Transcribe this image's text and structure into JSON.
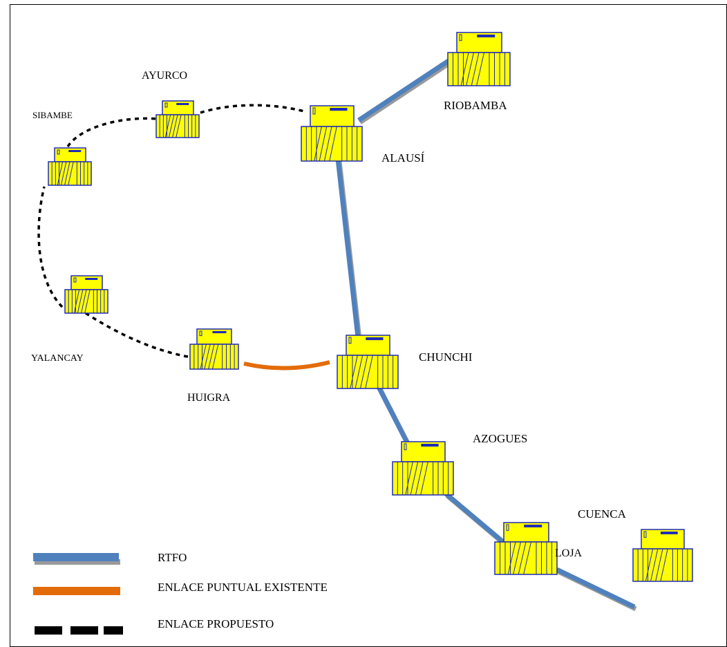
{
  "diagram": {
    "nodes": [
      {
        "id": "riobamba",
        "label": "RIOBAMBA"
      },
      {
        "id": "alausi",
        "label": "ALAUSÍ"
      },
      {
        "id": "ayurco",
        "label": "AYURCO"
      },
      {
        "id": "sibambe",
        "label": "SIBAMBE"
      },
      {
        "id": "yalancay",
        "label": "YALANCAY"
      },
      {
        "id": "huigra",
        "label": "HUIGRA"
      },
      {
        "id": "chunchi",
        "label": "CHUNCHI"
      },
      {
        "id": "azogues",
        "label": "AZOGUES"
      },
      {
        "id": "cuenca",
        "label": "CUENCA"
      },
      {
        "id": "loja",
        "label": "LOJA"
      }
    ],
    "links": [
      {
        "from": "alausi",
        "to": "riobamba",
        "type": "rtfo"
      },
      {
        "from": "alausi",
        "to": "chunchi",
        "type": "rtfo"
      },
      {
        "from": "chunchi",
        "to": "azogues",
        "type": "rtfo"
      },
      {
        "from": "azogues",
        "to": "cuenca",
        "type": "rtfo"
      },
      {
        "from": "cuenca",
        "to": "loja",
        "type": "rtfo"
      },
      {
        "from": "huigra",
        "to": "chunchi",
        "type": "existing"
      },
      {
        "from": "huigra",
        "to": "yalancay",
        "type": "proposed"
      },
      {
        "from": "yalancay",
        "to": "sibambe",
        "type": "proposed"
      },
      {
        "from": "sibambe",
        "to": "ayurco",
        "type": "proposed"
      },
      {
        "from": "ayurco",
        "to": "alausi",
        "type": "proposed"
      }
    ],
    "legend": [
      {
        "type": "rtfo",
        "label": "RTFO"
      },
      {
        "type": "existing",
        "label": "ENLACE PUNTUAL EXISTENTE"
      },
      {
        "type": "proposed",
        "label": "ENLACE PROPUESTO"
      }
    ],
    "colors": {
      "rtfo": "#4f81bd",
      "rtfo_shadow": "#9a9a9a",
      "existing": "#e36c0a",
      "proposed": "#000000",
      "equipment_fill": "#ffff00",
      "equipment_stroke": "#1f2bb8"
    },
    "equipment_icon": "rack-equipment-icon"
  }
}
